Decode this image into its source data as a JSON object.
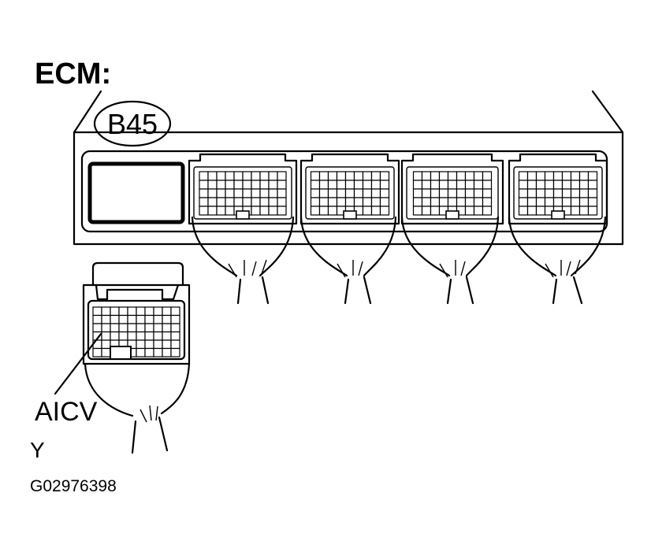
{
  "diagram": {
    "title": "ECM:",
    "connector_code": "B45",
    "terminal_label": "AICV",
    "wire_color": "Y",
    "figure_id": "G02976398",
    "colors": {
      "line": "#000000",
      "background": "#ffffff"
    }
  }
}
